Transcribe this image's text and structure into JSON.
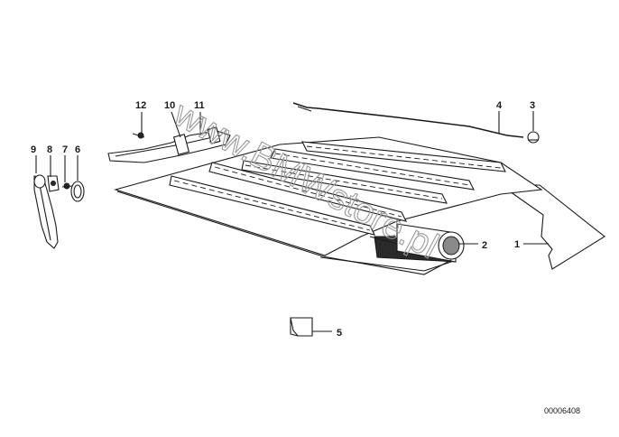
{
  "callouts": {
    "c1": "1",
    "c2": "2",
    "c3": "3",
    "c4": "4",
    "c5": "5",
    "c6": "6",
    "c7": "7",
    "c8": "8",
    "c9": "9",
    "c10": "10",
    "c11": "11",
    "c12": "12"
  },
  "document_number": "00006408",
  "watermark": "www.BMWstore.pl"
}
